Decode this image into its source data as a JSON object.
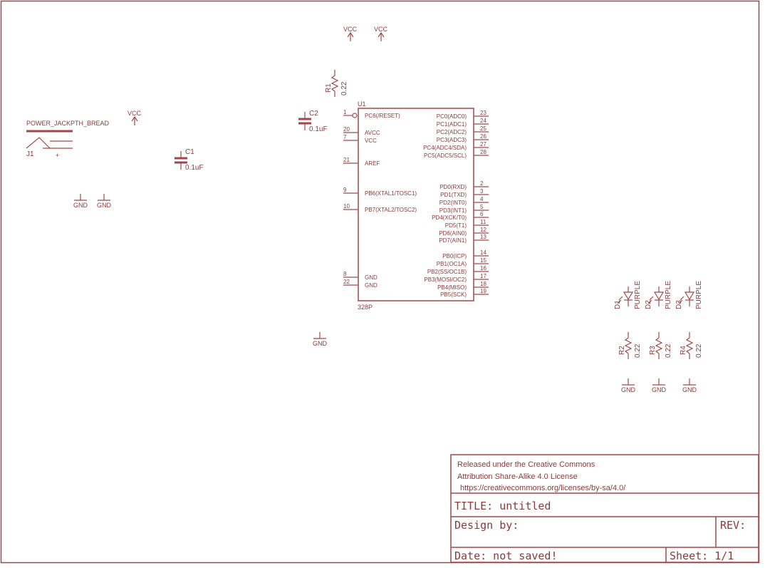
{
  "title_block": {
    "license_line1": "Released under the Creative Commons",
    "license_line2": "Attribution Share-Alike 4.0 License",
    "license_url": "https://creativecommons.org/licenses/by-sa/4.0/",
    "title": "TITLE: untitled",
    "design_by": "Design by:",
    "rev": "REV:",
    "date": "Date: not saved!",
    "sheet": "Sheet: 1/1"
  },
  "power_jack": {
    "value": "POWER_JACKPTH_BREAD",
    "name": "J1",
    "plus": "+"
  },
  "supplies": {
    "vcc": "VCC",
    "gnd": "GND"
  },
  "capacitors": [
    {
      "name": "C1",
      "value": "0.1uF"
    },
    {
      "name": "C2",
      "value": "0.1uF"
    }
  ],
  "resistors": [
    {
      "name": "R1",
      "value": "0.22"
    },
    {
      "name": "R2",
      "value": "0.22"
    },
    {
      "name": "R3",
      "value": "0.22"
    },
    {
      "name": "R4",
      "value": "0.22"
    }
  ],
  "leds": [
    {
      "name": "D1",
      "value": "PURPLE"
    },
    {
      "name": "D2",
      "value": "PURPLE"
    },
    {
      "name": "D3",
      "value": "PURPLE"
    }
  ],
  "mcu": {
    "name": "U1",
    "value": "328P",
    "left_pins": [
      {
        "num": "1",
        "label": "PC6(/RESET)"
      },
      {
        "num": "20",
        "label": "AVCC"
      },
      {
        "num": "7",
        "label": "VCC"
      },
      {
        "num": "21",
        "label": "AREF"
      },
      {
        "num": "9",
        "label": "PB6(XTAL1/TOSC1)"
      },
      {
        "num": "10",
        "label": "PB7(XTAL2/TOSC2)"
      },
      {
        "num": "8",
        "label": "GND"
      },
      {
        "num": "22",
        "label": "GND"
      }
    ],
    "right_pins": [
      {
        "num": "23",
        "label": "PC0(ADC0)"
      },
      {
        "num": "24",
        "label": "PC1(ADC1)"
      },
      {
        "num": "25",
        "label": "PC2(ADC2)"
      },
      {
        "num": "26",
        "label": "PC3(ADC3)"
      },
      {
        "num": "27",
        "label": "PC4(ADC4/SDA)"
      },
      {
        "num": "28",
        "label": "PC5(ADC5/SCL)"
      },
      {
        "num": "2",
        "label": "PD0(RXD)"
      },
      {
        "num": "3",
        "label": "PD1(TXD)"
      },
      {
        "num": "4",
        "label": "PD2(INT0)"
      },
      {
        "num": "5",
        "label": "PD3(INT1)"
      },
      {
        "num": "6",
        "label": "PD4(XCK/T0)"
      },
      {
        "num": "11",
        "label": "PD5(T1)"
      },
      {
        "num": "12",
        "label": "PD6(AIN0)"
      },
      {
        "num": "13",
        "label": "PD7(AIN1)"
      },
      {
        "num": "14",
        "label": "PB0(ICP)"
      },
      {
        "num": "15",
        "label": "PB1(OC1A)"
      },
      {
        "num": "16",
        "label": "PB2(SS/OC1B)"
      },
      {
        "num": "17",
        "label": "PB3(MOSI/OC2)"
      },
      {
        "num": "18",
        "label": "PB4(MISO)"
      },
      {
        "num": "19",
        "label": "PB5(SCK)"
      }
    ]
  }
}
